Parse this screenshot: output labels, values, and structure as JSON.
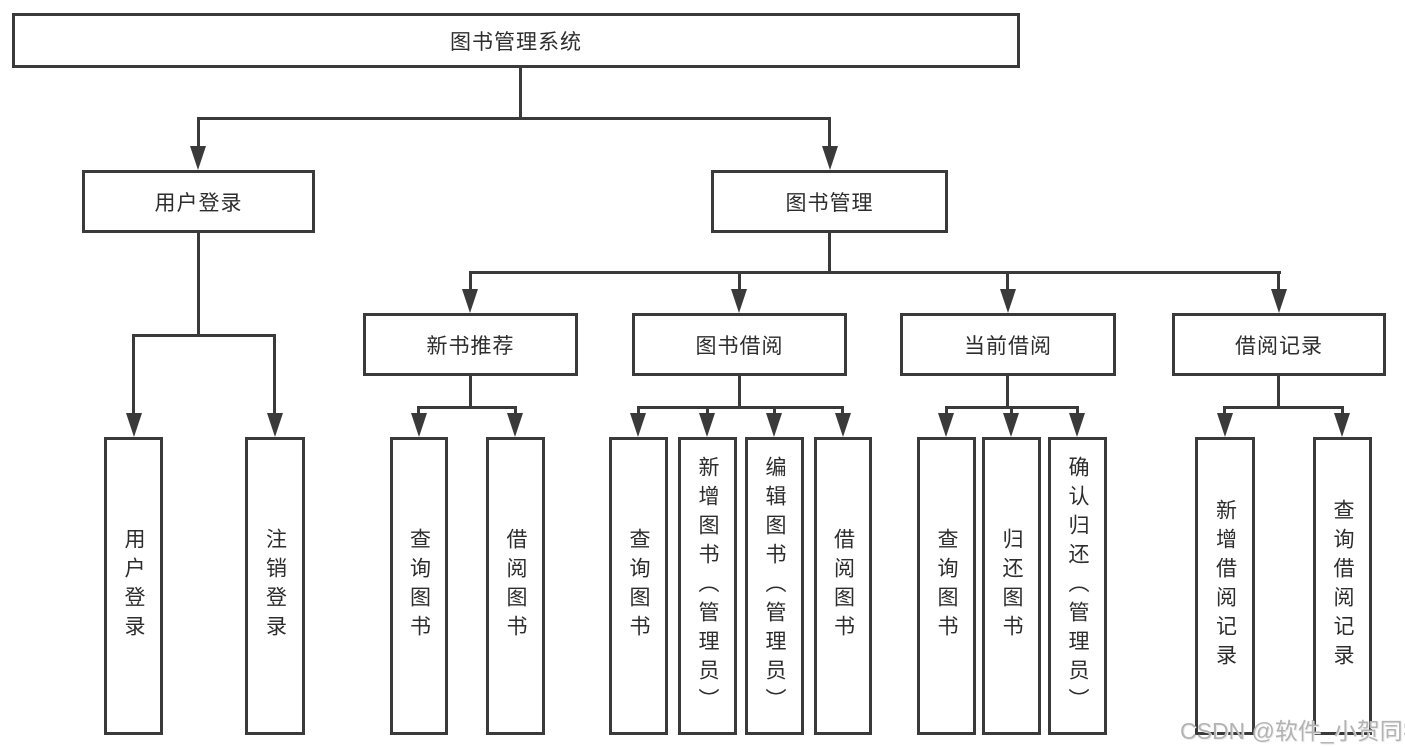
{
  "diagram": {
    "root": {
      "label": "图书管理系统"
    },
    "level2": {
      "user_login": {
        "label": "用户登录"
      },
      "book_mgmt": {
        "label": "图书管理"
      }
    },
    "level3": {
      "new_book": {
        "label": "新书推荐"
      },
      "book_borrow": {
        "label": "图书借阅"
      },
      "current_borrow": {
        "label": "当前借阅"
      },
      "borrow_records": {
        "label": "借阅记录"
      }
    },
    "leaves": {
      "user_login": {
        "label": "用户登录"
      },
      "logout": {
        "label": "注销登录"
      },
      "nb_query_book": {
        "label": "查询图书"
      },
      "nb_borrow_book": {
        "label": "借阅图书"
      },
      "bw_query_book": {
        "label": "查询图书"
      },
      "bw_add_book": {
        "label": "新增图书（管理员）"
      },
      "bw_edit_book": {
        "label": "编辑图书（管理员）"
      },
      "bw_borrow_book": {
        "label": "借阅图书"
      },
      "cur_query_book": {
        "label": "查询图书"
      },
      "cur_return_book": {
        "label": "归还图书"
      },
      "cur_confirm_return": {
        "label": "确认归还（管理员）"
      },
      "rec_add_record": {
        "label": "新增借阅记录"
      },
      "rec_query_record": {
        "label": "查询借阅记录"
      }
    }
  },
  "watermark": {
    "text": "CSDN @软件_小贺同学"
  },
  "colors": {
    "line": "#3a3a3a",
    "text": "#2d2d2d",
    "watermark": "#b3b3b3",
    "background": "#ffffff"
  }
}
